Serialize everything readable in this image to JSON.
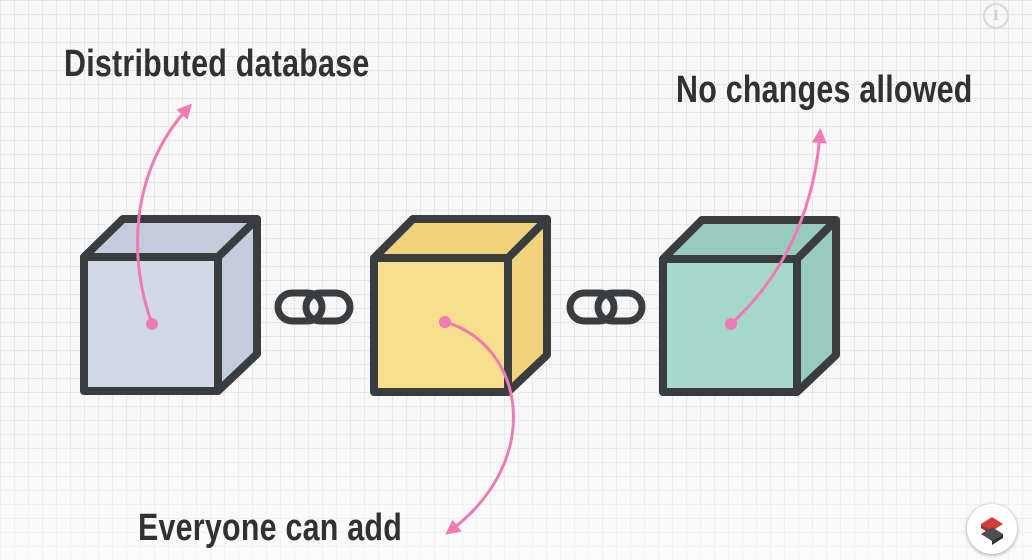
{
  "labels": {
    "top_left": "Distributed database",
    "top_right": "No changes allowed",
    "bottom": "Everyone can add"
  },
  "blocks": [
    {
      "name": "block-1",
      "face": "#d1d9e6",
      "side": "#c3ccda"
    },
    {
      "name": "block-2",
      "face": "#f7de8a",
      "side": "#efd27a"
    },
    {
      "name": "block-3",
      "face": "#a6d8c9",
      "side": "#97ccbc"
    }
  ],
  "colors": {
    "outline": "#3a3d40",
    "arrow": "#ef7ab6",
    "text": "#2f3133"
  },
  "icons": {
    "chain_links": "link-icon",
    "info": "info-icon",
    "brand": "brand-logo-icon"
  }
}
